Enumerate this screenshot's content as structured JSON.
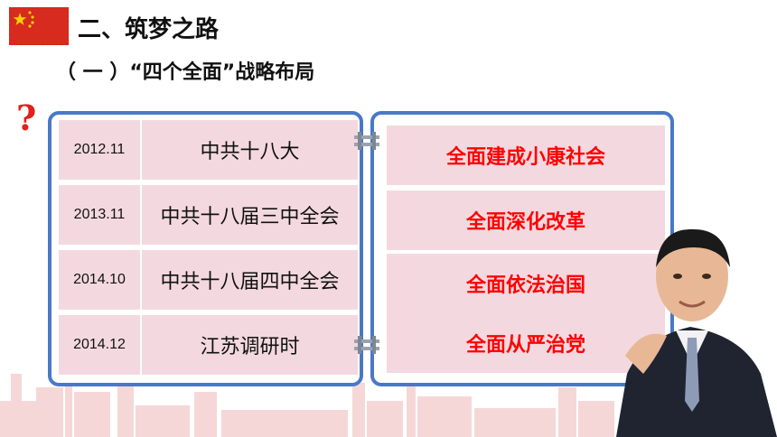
{
  "header": {
    "title": "二、筑梦之路",
    "subtitle": "（ 一 ）“四个全面”战略布局",
    "question_mark": "?"
  },
  "timeline": [
    {
      "date": "2012.11",
      "event": "中共十八大"
    },
    {
      "date": "2013.11",
      "event": "中共十八届三中全会"
    },
    {
      "date": "2014.10",
      "event": "中共十八届四中全会"
    },
    {
      "date": "2014.12",
      "event": "江苏调研时"
    }
  ],
  "goals": [
    "全面建成小康社会",
    "全面深化改革",
    "全面依法治国",
    "全面从严治党"
  ],
  "colors": {
    "accent_red": "#ff0000",
    "panel_border": "#4a78c8",
    "row_bg": "#f3d9df",
    "flag_red": "#d62b1e",
    "flag_yellow": "#f4d000"
  }
}
